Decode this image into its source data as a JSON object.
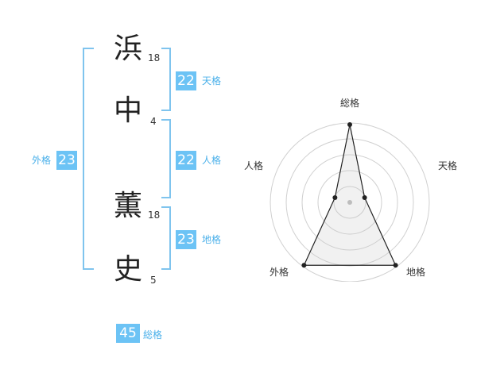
{
  "name_chars": [
    {
      "char": "浜",
      "strokes": "18"
    },
    {
      "char": "中",
      "strokes": "4"
    },
    {
      "char": "薫",
      "strokes": "18"
    },
    {
      "char": "史",
      "strokes": "5"
    }
  ],
  "kaku": {
    "tenkaku": {
      "value": "22",
      "label": "天格"
    },
    "jinkaku": {
      "value": "22",
      "label": "人格"
    },
    "chikaku": {
      "value": "23",
      "label": "地格"
    },
    "gaikaku": {
      "value": "23",
      "label": "外格"
    },
    "soukaku": {
      "value": "45",
      "label": "総格"
    }
  },
  "colors": {
    "accent": "#6cc3f5",
    "accent_text": "#4ab0ea",
    "bracket": "#7fc4ee"
  },
  "chart_data": {
    "type": "radar",
    "axes": [
      "総格",
      "天格",
      "地格",
      "外格",
      "人格"
    ],
    "levels": 5,
    "values": [
      5,
      1,
      5,
      5,
      1
    ]
  }
}
